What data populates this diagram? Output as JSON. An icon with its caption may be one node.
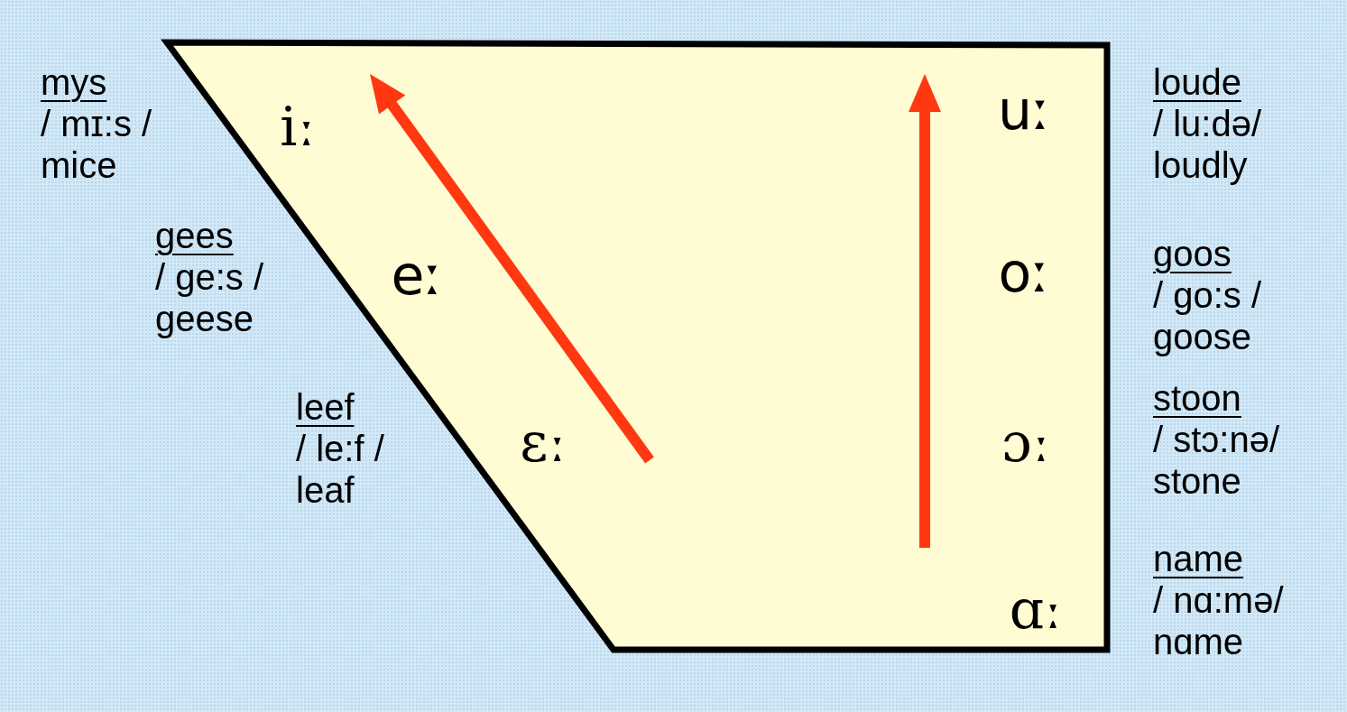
{
  "diagram": {
    "labels": [
      "mys",
      "/ mɪ:s /",
      "mice",
      "gees",
      "/ ge:s /",
      "geese",
      "leef",
      "/ le:f /",
      "leaf",
      "iː",
      "eː",
      "ɛː",
      "uː",
      "oː",
      "ɔː",
      "ɑː",
      "loude",
      "/ lu:də/",
      "loudly",
      "goos",
      "/ go:s /",
      "goose",
      "stoon",
      "/ stɔ:nə/",
      "stone",
      "name",
      "/ nɑ:mə/",
      "nɑme"
    ]
  }
}
